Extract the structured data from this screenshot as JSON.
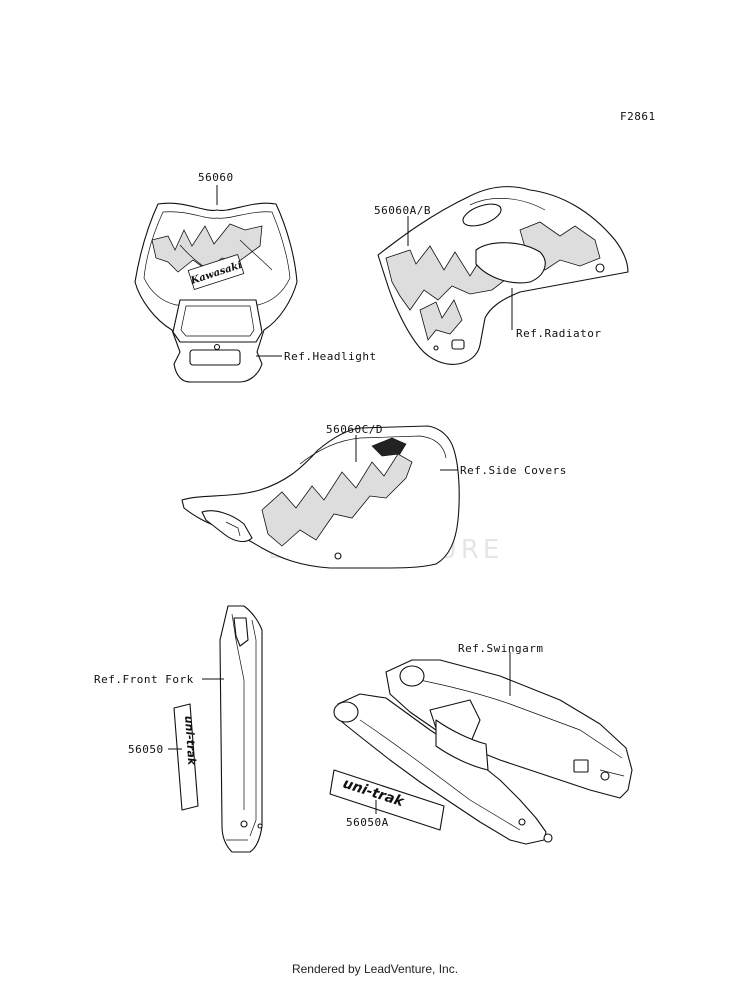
{
  "figure_code": "F2861",
  "watermark": "LEADVENTURE",
  "footer": "Rendered by LeadVenture, Inc.",
  "callouts": {
    "headlight_decal": "56060",
    "headlight_ref": "Ref.Headlight",
    "radiator_decal": "56060A/B",
    "radiator_ref": "Ref.Radiator",
    "sidecover_decal": "56060C/D",
    "sidecover_ref": "Ref.Side Covers",
    "swingarm_ref": "Ref.Swingarm",
    "fork_ref": "Ref.Front Fork",
    "fork_decal": "56050",
    "swingarm_decal": "56050A"
  },
  "decal_text": {
    "headlight_brand": "Kawasaki",
    "fork_sticker": "uni-trak",
    "swingarm_sticker": "uni-trak"
  }
}
